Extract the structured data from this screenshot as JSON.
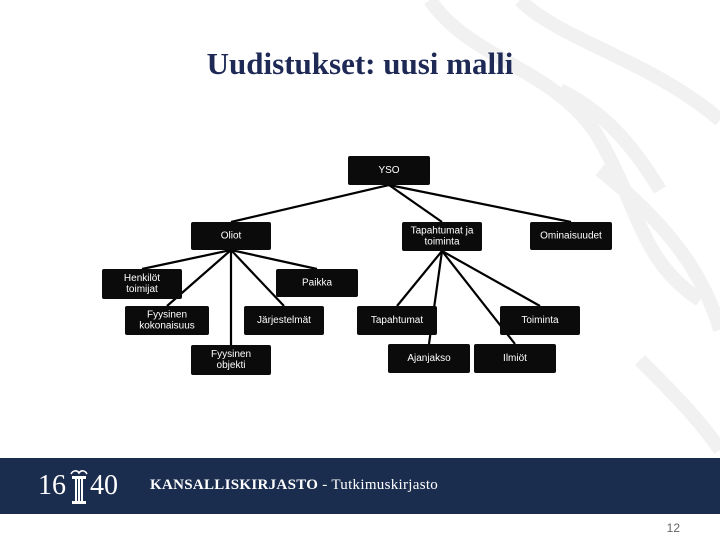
{
  "slide": {
    "title": "Uudistukset: uusi malli",
    "page_number": "12"
  },
  "diagram": {
    "nodes": {
      "yso": [
        "YSO"
      ],
      "oliot": [
        "Oliot"
      ],
      "tapahtumat_ja_toiminta": [
        "Tapahtumat ja",
        "toiminta"
      ],
      "ominaisuudet": [
        "Ominaisuudet"
      ],
      "henkilot_toimijat": [
        "Henkilöt",
        "toimijat"
      ],
      "paikka": [
        "Paikka"
      ],
      "fyysinen_kokonaisuus": [
        "Fyysinen",
        "kokonaisuus"
      ],
      "jarjestelmat": [
        "Järjestelmät"
      ],
      "fyysinen_objekti": [
        "Fyysinen",
        "objekti"
      ],
      "tapahtumat": [
        "Tapahtumat"
      ],
      "toiminta": [
        "Toiminta"
      ],
      "ajanjakso": [
        "Ajanjakso"
      ],
      "ilmiot": [
        "Ilmiöt"
      ]
    },
    "edges": [
      [
        "yso",
        "oliot"
      ],
      [
        "yso",
        "tapahtumat_ja_toiminta"
      ],
      [
        "yso",
        "ominaisuudet"
      ],
      [
        "oliot",
        "henkilot_toimijat"
      ],
      [
        "oliot",
        "paikka"
      ],
      [
        "oliot",
        "fyysinen_kokonaisuus"
      ],
      [
        "oliot",
        "jarjestelmat"
      ],
      [
        "oliot",
        "fyysinen_objekti"
      ],
      [
        "tapahtumat_ja_toiminta",
        "tapahtumat"
      ],
      [
        "tapahtumat_ja_toiminta",
        "toiminta"
      ],
      [
        "tapahtumat_ja_toiminta",
        "ajanjakso"
      ],
      [
        "tapahtumat_ja_toiminta",
        "ilmiot"
      ]
    ]
  },
  "footer": {
    "logo_year_left": "16",
    "logo_year_right": "40",
    "institution_main": "KANSALLISKIRJASTO",
    "institution_separator": " - ",
    "institution_sub": "Tutkimuskirjasto"
  },
  "colors": {
    "title": "#1e2a55",
    "footer_background": "#1b2d4f",
    "node_fill": "#0b0b0b",
    "node_text": "#ffffff"
  }
}
